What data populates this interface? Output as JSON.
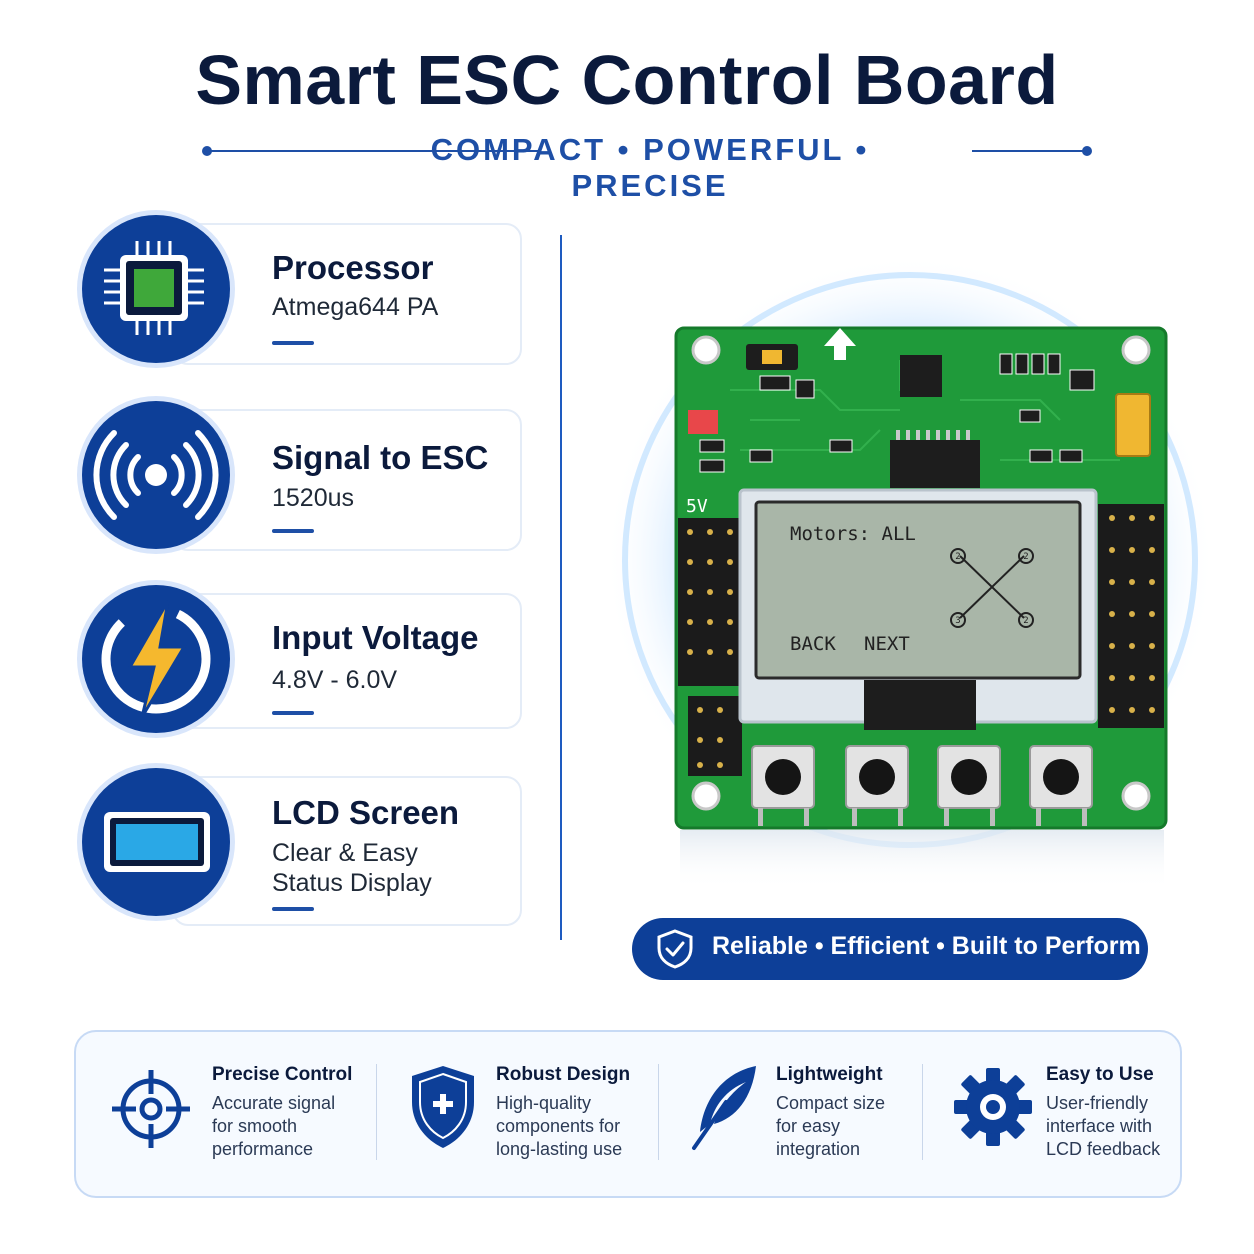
{
  "header": {
    "title": "Smart ESC Control Board",
    "subtitle": "COMPACT • POWERFUL • PRECISE"
  },
  "features": [
    {
      "title": "Processor",
      "value": "Atmega644 PA",
      "icon": "chip-icon"
    },
    {
      "title": "Signal to ESC",
      "value": "1520us",
      "icon": "signal-icon"
    },
    {
      "title": "Input Voltage",
      "value": "4.8V - 6.0V",
      "icon": "lightning-icon"
    },
    {
      "title": "LCD Screen",
      "value_line1": "Clear & Easy",
      "value_line2": "Status Display",
      "icon": "lcd-icon"
    }
  ],
  "board": {
    "lcd_line1": "Motors: ALL",
    "lcd_back": "BACK",
    "lcd_next": "NEXT",
    "silk_5v": "5V",
    "motor_labels": [
      "2",
      "2",
      "3",
      "2"
    ]
  },
  "badge": {
    "text": "Reliable • Efficient • Built to Perform",
    "icon": "shield-check-icon"
  },
  "benefits": [
    {
      "title": "Precise Control",
      "lines": [
        "Accurate signal",
        "for smooth",
        "performance"
      ],
      "icon": "crosshair-icon"
    },
    {
      "title": "Robust Design",
      "lines": [
        "High-quality",
        "components for",
        "long-lasting use"
      ],
      "icon": "shield-plus-icon"
    },
    {
      "title": "Lightweight",
      "lines": [
        "Compact size",
        "for easy",
        "integration"
      ],
      "icon": "feather-icon"
    },
    {
      "title": "Easy to Use",
      "lines": [
        "User-friendly",
        "interface with",
        "LCD feedback"
      ],
      "icon": "gear-icon"
    }
  ],
  "colors": {
    "primary": "#0d3f98",
    "accent": "#1e4fa6",
    "pcb": "#1f9a3a",
    "lcd": "#a9b6a8"
  }
}
